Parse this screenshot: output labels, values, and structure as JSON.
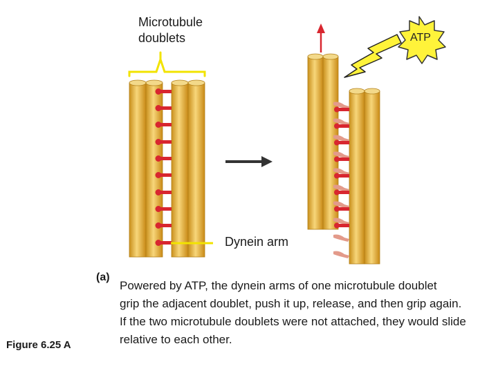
{
  "labels": {
    "microtubule_doublets": [
      "Microtubule",
      "doublets"
    ],
    "dynein_arm": "Dynein arm",
    "atp": "ATP",
    "panel": "(a)",
    "figure": "Figure 6.25 A"
  },
  "caption_lines": [
    "Powered by ATP, the dynein arms of one microtubule doublet",
    "grip the adjacent doublet, push it up, release, and then grip again.",
    "If the two microtubule doublets were not attached, they would slide",
    "relative to each other."
  ],
  "colors": {
    "tubule": "#e8b53e",
    "dynein_arm": "#d8262f",
    "dynein_release": "#e39a8a",
    "bracket": "#f2e300",
    "atp_burst": "#fff33a",
    "arrow": "#333333",
    "push_arrow": "#d8262f"
  }
}
